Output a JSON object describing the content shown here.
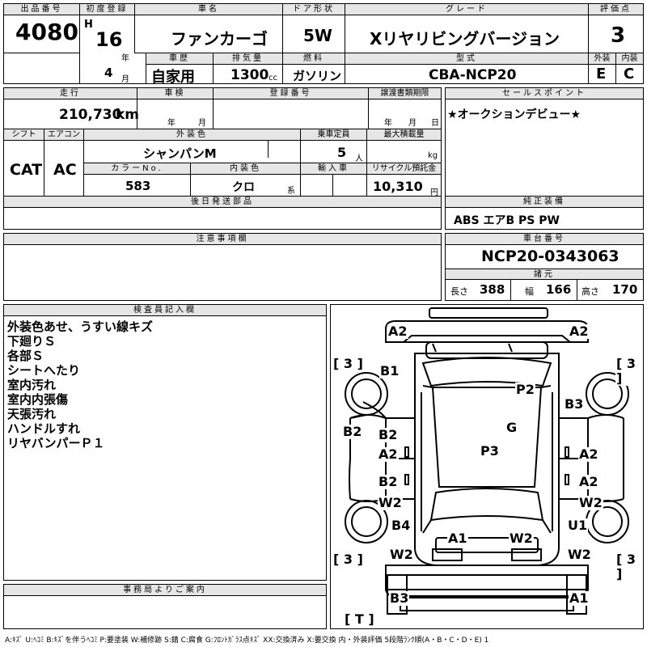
{
  "headers": {
    "lot_no": "出品番号",
    "first_reg": "初度登録",
    "car_name": "車名",
    "door_type": "ドア形状",
    "grade": "グレード",
    "score": "評価点",
    "history": "車歴",
    "displacement": "排気量",
    "fuel": "燃料",
    "model_code": "型式",
    "exterior": "外装",
    "interior": "内装",
    "mileage": "走行",
    "inspection": "車検",
    "reg_no": "登録番号",
    "transfer_docs": "譲渡書類期限",
    "sales_point": "セールスポイント",
    "shift": "シフト",
    "aircon": "エアコン",
    "ext_color": "外装色",
    "capacity": "乗車定員",
    "max_load": "最大積載量",
    "color_no": "カラーNo.",
    "int_color": "内装色",
    "import": "輸入車",
    "recycle": "リサイクル預託金",
    "later_parts": "後日発送部品",
    "genuine_equip": "純正装備",
    "caution": "注意事項欄",
    "chassis_no": "車台番号",
    "specs": "諸元",
    "inspector_notes": "検査員記入欄",
    "office_notice": "事務局よりご案内"
  },
  "vehicle": {
    "lot_no": "4080",
    "era": "H",
    "year": "16",
    "year_unit": "年",
    "month": "4",
    "month_unit": "月",
    "car_name": "ファンカーゴ",
    "door_type": "5W",
    "grade": "Xリヤリビングバージョン",
    "score": "3",
    "history": "自家用",
    "displacement": "1300",
    "displacement_unit": "cc",
    "fuel": "ガソリン",
    "model_code": "CBA-NCP20",
    "exterior_grade": "E",
    "interior_grade": "C",
    "mileage": "210,730",
    "mileage_unit": "km",
    "inspection_year_unit": "年",
    "inspection_month_unit": "月",
    "transfer_year_unit": "年",
    "transfer_month_unit": "月",
    "transfer_day_unit": "日",
    "sales_point": "★オークションデビュー★",
    "shift": "CAT",
    "aircon": "AC",
    "ext_color": "シャンパンM",
    "capacity": "5",
    "capacity_unit": "人",
    "max_load_unit": "kg",
    "color_no": "583",
    "int_color": "クロ",
    "int_color_unit": "系",
    "recycle": "10,310",
    "recycle_unit": "円",
    "genuine_equip": "ABS エアB PS PW",
    "chassis_no": "NCP20-0343063",
    "length_label": "長さ",
    "length": "388",
    "width_label": "幅",
    "width": "166",
    "height_label": "高さ",
    "height": "170"
  },
  "inspector_notes": [
    "外装色あせ、うすい線キズ",
    "下廻りＳ",
    "各部Ｓ",
    "シートへたり",
    "室内汚れ",
    "室内内張傷",
    "天張汚れ",
    "ハンドルすれ",
    "リヤバンパーＰ１"
  ],
  "diagram_marks": {
    "a2_fl": "A2",
    "a2_fr": "A2",
    "tire_fl": "[ 3 ]",
    "tire_fr": "[ 3 ]",
    "b1": "B1",
    "p2": "P2",
    "b3_r": "B3",
    "b2_side": "B2",
    "g": "G",
    "b2_ld": "B2",
    "a2_ld": "A2",
    "p3": "P3",
    "a2_rd": "A2",
    "b2_lr": "B2",
    "w2_lr": "W2",
    "a2_rr": "A2",
    "w2_rr": "W2",
    "b4": "B4",
    "a1_c": "A1",
    "w2_c": "W2",
    "u1": "U1",
    "w2_l": "W2",
    "w2_r": "W2",
    "tire_rl": "[ 3 ]",
    "tire_rr": "[ 3 ]",
    "b3_b": "B3",
    "a1_b": "A1",
    "spare": "[ T ]"
  },
  "legend": "A:ｷｽﾞ U:ﾍｺﾐ B:ｷｽﾞを伴うﾍｺﾐ P:要塗装 W:補修跡 S:錆 C:腐食 G:ﾌﾛﾝﾄｶﾞﾗｽ点ｷｽﾞ XX:交換済み X:要交換 内・外装評価 5段階ﾗﾝｸ順(A・B・C・D・E) 1"
}
